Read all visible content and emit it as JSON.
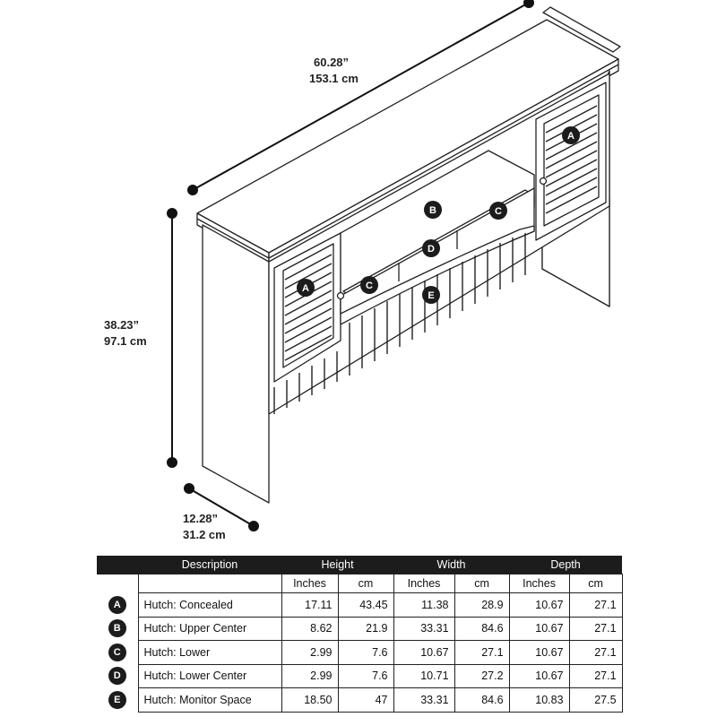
{
  "dimensions": {
    "width_in": "60.28”",
    "width_cm": "153.1 cm",
    "height_in": "38.23”",
    "height_cm": "97.1 cm",
    "depth_in": "12.28”",
    "depth_cm": "31.2 cm"
  },
  "callouts": {
    "a": "A",
    "b": "B",
    "c": "C",
    "d": "D",
    "e": "E"
  },
  "table": {
    "headers": {
      "description": "Description",
      "height": "Height",
      "width": "Width",
      "depth": "Depth"
    },
    "units": {
      "inches": "Inches",
      "cm": "cm"
    },
    "rows": [
      {
        "badge": "A",
        "description": "Hutch: Concealed",
        "h_in": "17.11",
        "h_cm": "43.45",
        "w_in": "11.38",
        "w_cm": "28.9",
        "d_in": "10.67",
        "d_cm": "27.1"
      },
      {
        "badge": "B",
        "description": "Hutch: Upper Center",
        "h_in": "8.62",
        "h_cm": "21.9",
        "w_in": "33.31",
        "w_cm": "84.6",
        "d_in": "10.67",
        "d_cm": "27.1"
      },
      {
        "badge": "C",
        "description": "Hutch: Lower",
        "h_in": "2.99",
        "h_cm": "7.6",
        "w_in": "10.67",
        "w_cm": "27.1",
        "d_in": "10.67",
        "d_cm": "27.1"
      },
      {
        "badge": "D",
        "description": "Hutch: Lower Center",
        "h_in": "2.99",
        "h_cm": "7.6",
        "w_in": "10.71",
        "w_cm": "27.2",
        "d_in": "10.67",
        "d_cm": "27.1"
      },
      {
        "badge": "E",
        "description": "Hutch: Monitor Space",
        "h_in": "18.50",
        "h_cm": "47",
        "w_in": "33.31",
        "w_cm": "84.6",
        "d_in": "10.83",
        "d_cm": "27.5"
      }
    ]
  }
}
